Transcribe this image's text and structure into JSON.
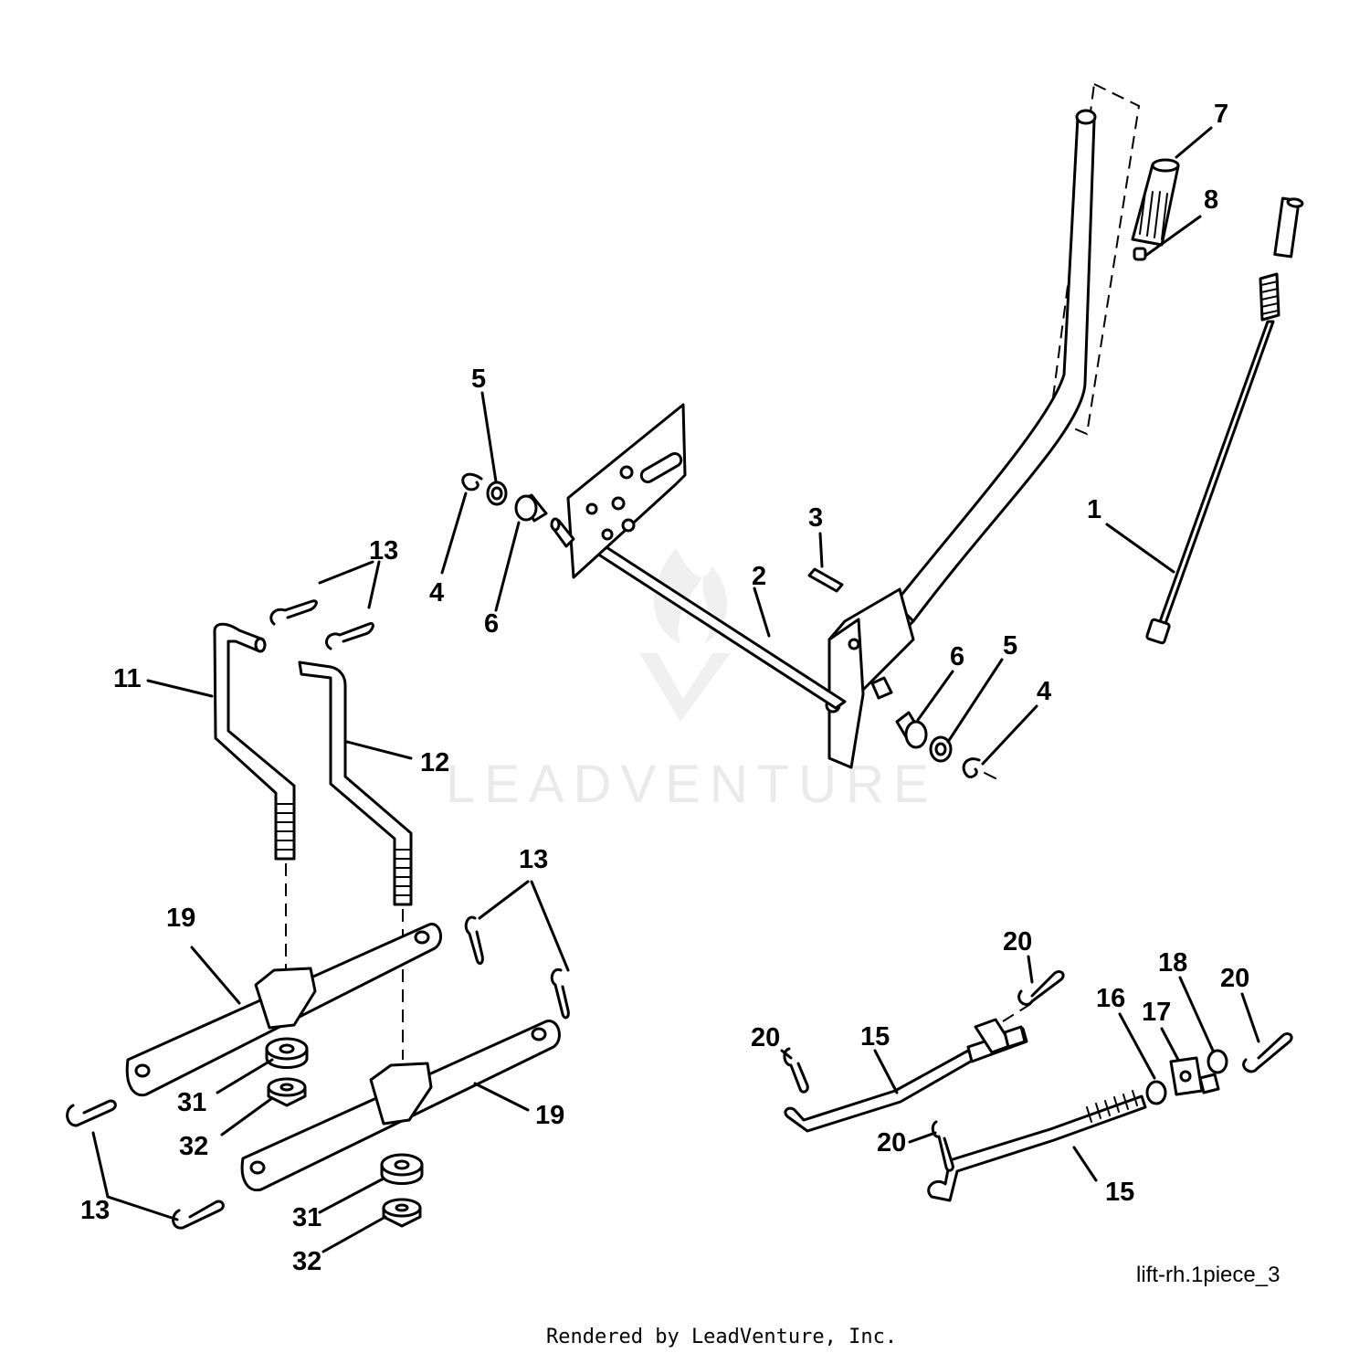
{
  "diagram": {
    "drawing_code": "lift-rh.1piece_3",
    "footer": "Rendered by LeadVenture, Inc.",
    "watermark": "LEADVENTURE",
    "callouts": {
      "c1": "1",
      "c2": "2",
      "c3": "3",
      "c4a": "4",
      "c4b": "4",
      "c5a": "5",
      "c5b": "5",
      "c6a": "6",
      "c6b": "6",
      "c7": "7",
      "c8": "8",
      "c11": "11",
      "c12": "12",
      "c13a": "13",
      "c13b": "13",
      "c13c": "13",
      "c15a": "15",
      "c15b": "15",
      "c16": "16",
      "c17": "17",
      "c18": "18",
      "c19a": "19",
      "c19b": "19",
      "c20a": "20",
      "c20b": "20",
      "c20c": "20",
      "c20d": "20",
      "c31a": "31",
      "c31b": "31",
      "c32a": "32",
      "c32b": "32"
    }
  }
}
